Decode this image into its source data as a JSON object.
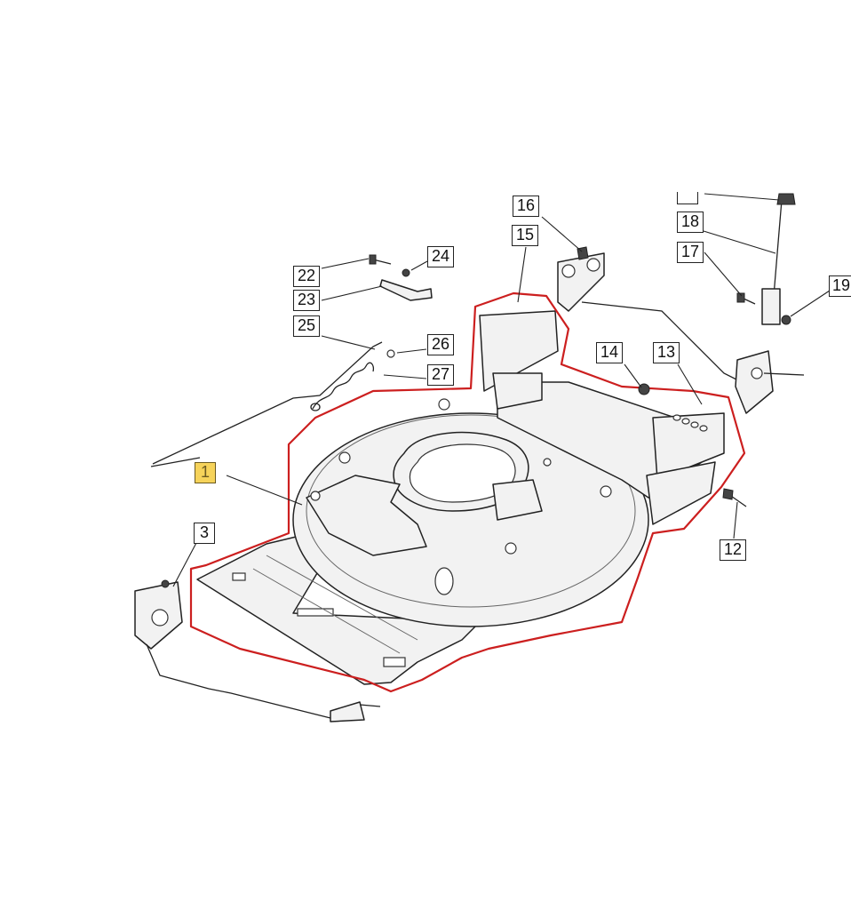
{
  "diagram": {
    "highlight_color": "#cc1f1f",
    "selected_callout_color": "#f6d35a",
    "callouts": [
      {
        "id": "c1",
        "label": "1",
        "selected": true
      },
      {
        "id": "c3",
        "label": "3"
      },
      {
        "id": "c12",
        "label": "12"
      },
      {
        "id": "c13",
        "label": "13"
      },
      {
        "id": "c14",
        "label": "14"
      },
      {
        "id": "c15",
        "label": "15"
      },
      {
        "id": "c16",
        "label": "16"
      },
      {
        "id": "c17",
        "label": "17"
      },
      {
        "id": "c18",
        "label": "18"
      },
      {
        "id": "c19",
        "label": "19"
      },
      {
        "id": "c22",
        "label": "22"
      },
      {
        "id": "c23",
        "label": "23"
      },
      {
        "id": "c24",
        "label": "24"
      },
      {
        "id": "c25",
        "label": "25"
      },
      {
        "id": "c26",
        "label": "26"
      },
      {
        "id": "c27",
        "label": "27"
      }
    ]
  }
}
